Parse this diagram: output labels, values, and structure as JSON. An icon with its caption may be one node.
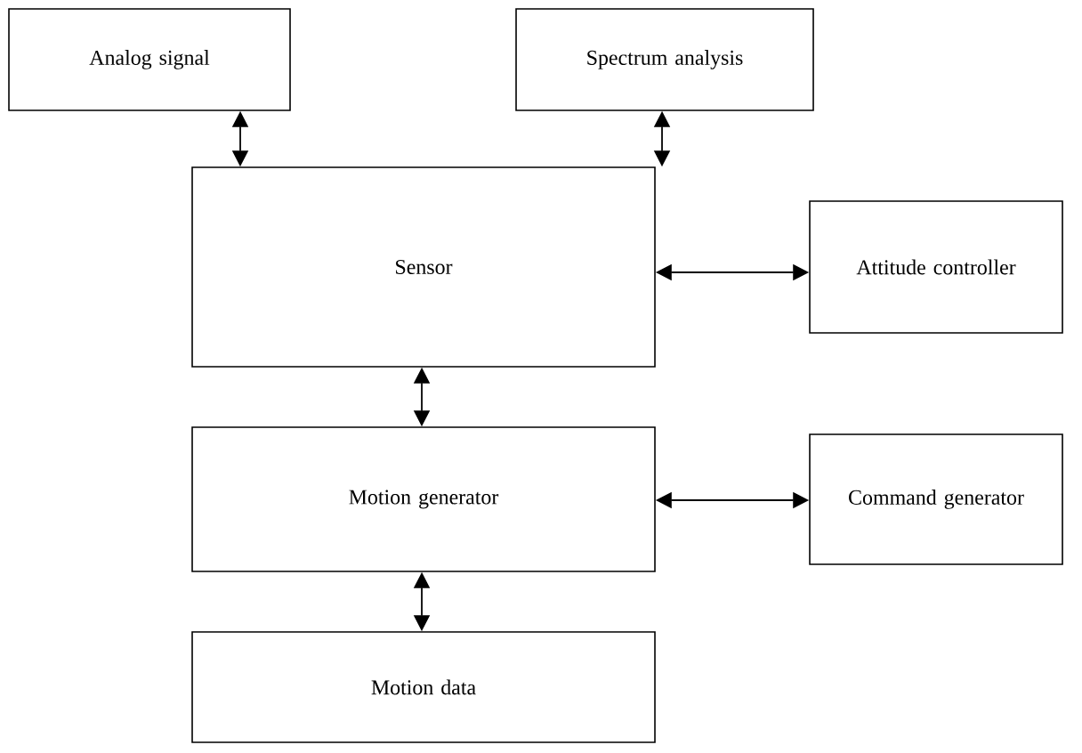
{
  "diagram": {
    "nodes": [
      {
        "text": [
          "Analog signal"
        ]
      },
      {
        "text": [
          "Spectrum analysis"
        ]
      },
      {
        "text": [
          "Sensor"
        ]
      },
      {
        "text": [
          "Attitude controller"
        ]
      },
      {
        "text": [
          "Motion generator"
        ]
      },
      {
        "text": [
          "Command generator"
        ]
      },
      {
        "text": [
          "Motion data"
        ]
      }
    ],
    "edges": [
      {
        "from": 0,
        "to": 2,
        "arrow": "both"
      },
      {
        "from": 1,
        "to": 2,
        "arrow": "both"
      },
      {
        "from": 2,
        "to": 3,
        "arrow": "both"
      },
      {
        "from": 2,
        "to": 4,
        "arrow": "both"
      },
      {
        "from": 4,
        "to": 5,
        "arrow": "both"
      },
      {
        "from": 4,
        "to": 6,
        "arrow": "both"
      }
    ]
  }
}
